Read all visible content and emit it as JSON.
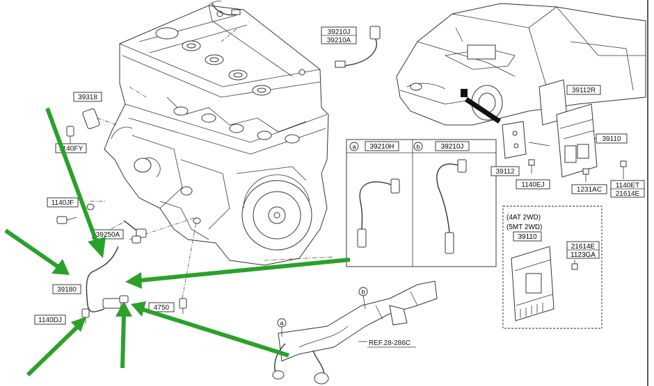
{
  "callouts": {
    "p39210J_39210A": [
      "39210J",
      "39210A"
    ],
    "p39318": "39318",
    "p1140FY": "1140FY",
    "p1140JF": "1140JF",
    "p39250A": "39250A",
    "p39180": "39180",
    "p1140DJ": "1140DJ",
    "p4750": "4750",
    "p39112R": "39112R",
    "p39110": "39110",
    "p39112": "39112",
    "p1140EJ": "1140EJ",
    "p1231AC": "1231AC",
    "p1140ET_21614E": [
      "1140ET",
      "21614E"
    ],
    "ref": "REF.28-286C"
  },
  "sensor_panel": {
    "a_marker": "a",
    "a_part": "39210H",
    "b_marker": "b",
    "b_part": "39210J"
  },
  "ecu_panel": {
    "notes": [
      "(4AT 2WD)",
      "(5MT 2WD)"
    ],
    "part": "39110",
    "screws": [
      "21614E",
      "1123GA"
    ]
  },
  "harness_markers": {
    "a": "a",
    "b": "b"
  },
  "colors": {
    "arrow": "#2aa12a",
    "line": "#333333"
  }
}
